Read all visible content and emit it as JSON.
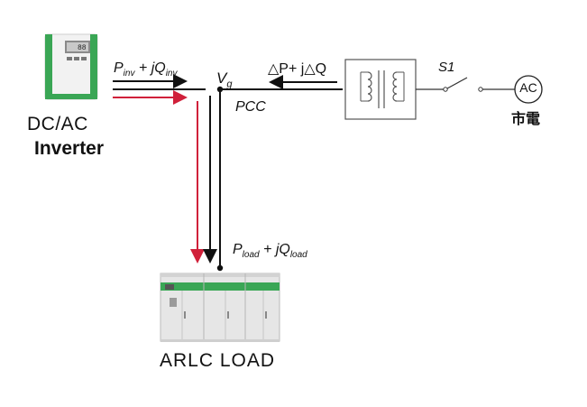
{
  "inverter": {
    "line1": "DC/AC",
    "line2": "Inverter",
    "display": "88"
  },
  "load": {
    "title": "ARLC LOAD"
  },
  "node": {
    "voltage": "V",
    "voltage_sub": "g",
    "pcc": "PCC"
  },
  "power_inv": {
    "p": "P",
    "p_sub": "inv",
    "plus": " + ",
    "q": "jQ",
    "q_sub": "inv"
  },
  "power_grid": {
    "text": "△P+ j△Q"
  },
  "power_load": {
    "p": "P",
    "p_sub": "load",
    "plus": " + ",
    "q": "jQ",
    "q_sub": "load"
  },
  "switch": {
    "label": "S1"
  },
  "source": {
    "symbol": "AC",
    "label": "市電"
  },
  "colors": {
    "red": "#d0203a",
    "black": "#111111",
    "green": "#3aa655",
    "cabinet": "#e6e6e6"
  }
}
